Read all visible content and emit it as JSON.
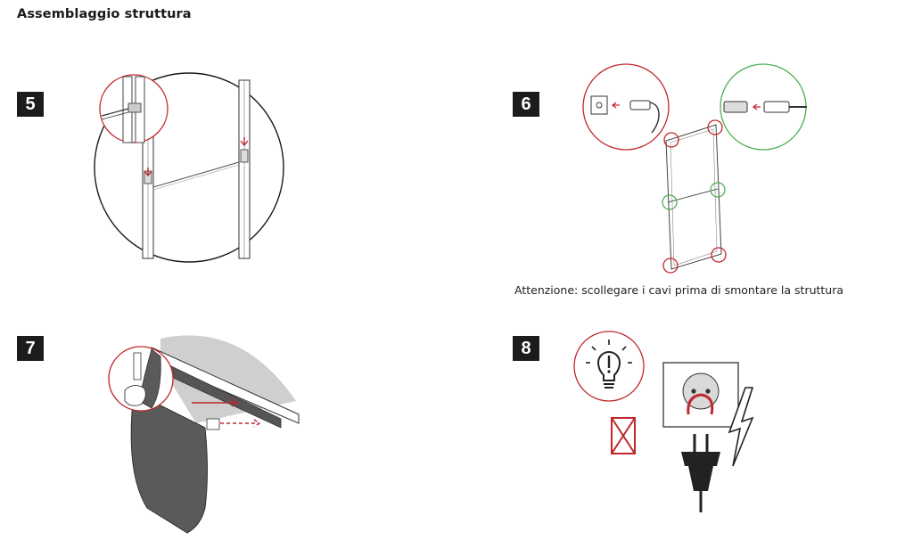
{
  "title": "Assemblaggio struttura",
  "steps": [
    {
      "number": "5"
    },
    {
      "number": "6",
      "caption": "Attenzione: scollegare i cavi prima di smontare la struttura"
    },
    {
      "number": "7"
    },
    {
      "number": "8"
    }
  ],
  "colors": {
    "badge": "#1c1c1c",
    "warning_red": "#c0272d",
    "ok_green": "#4caf50",
    "panel_gray": "#5a5a5a",
    "shade_gray": "#cfcfcf"
  },
  "icons": [
    "bulb-icon",
    "no-light-cross-icon",
    "socket-icon",
    "plug-icon",
    "lightning-icon"
  ]
}
